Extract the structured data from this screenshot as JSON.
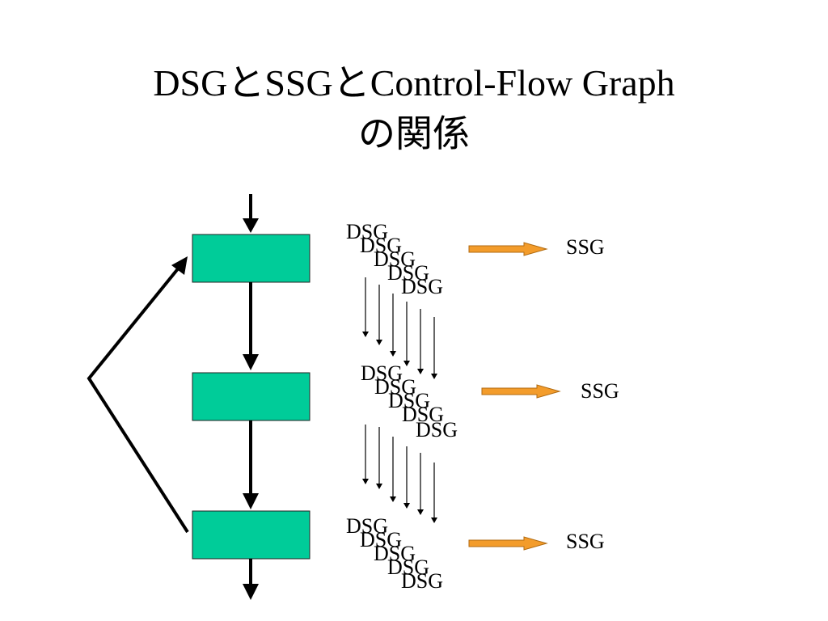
{
  "title": {
    "line1": "DSGとSSGとControl-Flow Graph",
    "line2": "の関係"
  },
  "dsg_label": "DSG",
  "ssg_label": "SSG",
  "colors": {
    "block": "#00cc99",
    "arrow_orange": "#f39c2b",
    "line": "#000000"
  }
}
